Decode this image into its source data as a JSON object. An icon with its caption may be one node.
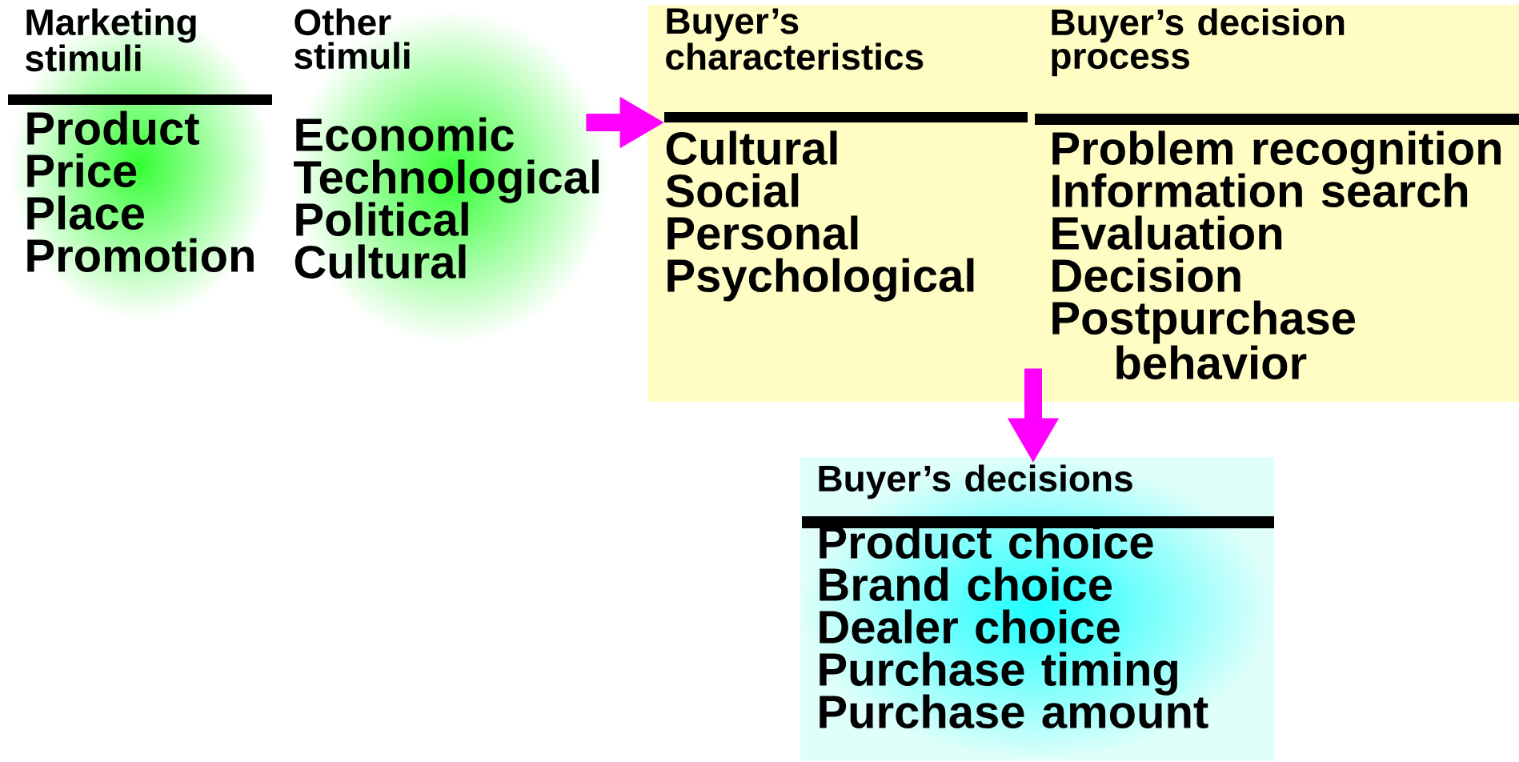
{
  "diagram": {
    "nodes": [
      {
        "text": [
          "Marketing stimuli",
          "Product",
          "Price",
          "Place",
          "Promotion"
        ]
      },
      {
        "text": [
          "Other stimuli",
          "Economic",
          "Technological",
          "Political",
          "Cultural"
        ]
      },
      {
        "text": [],
        "shape": "box"
      },
      {
        "text": [
          "Buyer’s characteristics",
          "Cultural",
          "Social",
          "Personal",
          "Psychological"
        ],
        "in": 2
      },
      {
        "text": [
          "Buyer’s decision process",
          "Problem recognition",
          "Information search",
          "Evaluation",
          "Decision",
          "Postpurchase behavior"
        ],
        "in": 2
      },
      {
        "text": [
          "Buyer’s decisions",
          "Product choice",
          "Brand choice",
          "Dealer choice",
          "Purchase timing",
          "Purchase amount"
        ]
      }
    ],
    "edges": [
      {
        "from": 1,
        "to": 2,
        "arrow": "to"
      },
      {
        "from": 4,
        "to": 5,
        "arrow": "to"
      }
    ]
  }
}
